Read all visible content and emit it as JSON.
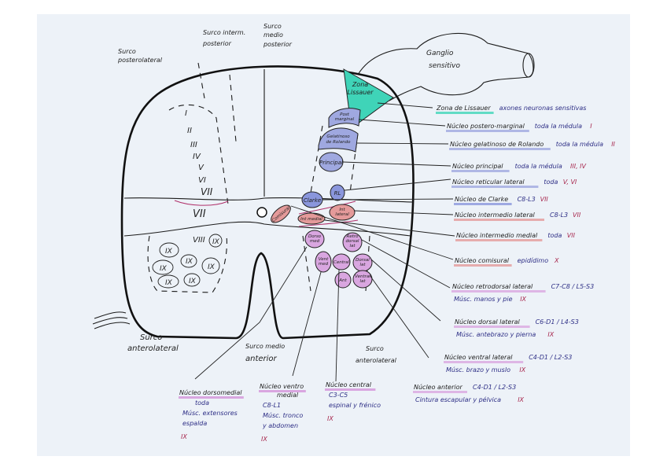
{
  "colors": {
    "paper": "#edf2f8",
    "ink": "#2e2f86",
    "lamina": "#a8294f",
    "lissauer": "#3fd4b8",
    "dorsal_nuclei": "#9fa8e0",
    "intermediate_nuclei": "#e49a9a",
    "ventral_nuclei": "#d9a6e0"
  },
  "sulci": {
    "posterolateral": [
      "Surco",
      "posterolateral"
    ],
    "intermedio_posterior": [
      "Surco interm.",
      "posterior"
    ],
    "medio_posterior": [
      "Surco",
      "medio",
      "posterior"
    ],
    "anterolateral_left": [
      "Surco",
      "anterolateral"
    ],
    "medio_anterior": [
      "Surco medio",
      "anterior"
    ],
    "anterolateral_right": [
      "Surco",
      "anterolateral"
    ],
    "ganglio": [
      "Ganglio",
      "sensitivo"
    ]
  },
  "laminae": [
    "I",
    "II",
    "III",
    "IV",
    "V",
    "VI",
    "VII",
    "VII",
    "VIII",
    "IX",
    "IX",
    "IX",
    "IX",
    "IX",
    "IX",
    "IX"
  ],
  "cord_labels": {
    "lissauer": [
      "Zona",
      "Lissauer"
    ],
    "post_marginal": [
      "Post",
      "marginal"
    ],
    "gelatinoso": [
      "Gelatinoso",
      "de Rolando"
    ],
    "principal": "Principal",
    "clarke": "Clarke",
    "rl": "RL",
    "comisural": "Comisural",
    "int_medial": "Int medial",
    "int_lateral": [
      "Int",
      "lateral"
    ],
    "dorsomedial": [
      "Dorso",
      "med"
    ],
    "retrodorsal": [
      "Retro",
      "dorsal",
      "lat"
    ],
    "ventromedial": [
      "Vent",
      "med"
    ],
    "central": "Central",
    "dorsal_lat": [
      "Dorsal",
      "lat"
    ],
    "ant": "Ant",
    "ventral_lat": [
      "Ventral",
      "lat"
    ]
  },
  "right_labels": [
    {
      "name": "Zona de Lissauer",
      "desc": "axones neuronas sensitivas",
      "lamina": ""
    },
    {
      "name": "Núcleo postero-marginal",
      "desc": "toda la médula",
      "lamina": "I"
    },
    {
      "name": "Núcleo gelatinoso de Rolando",
      "desc": "toda la médula",
      "lamina": "II"
    },
    {
      "name": "Núcleo principal",
      "desc": "toda la médula",
      "lamina": "III, IV"
    },
    {
      "name": "Núcleo reticular lateral",
      "desc": "toda",
      "lamina": "V, VI"
    },
    {
      "name": "Núcleo de Clarke",
      "desc": "C8-L3",
      "lamina": "VII"
    },
    {
      "name": "Núcleo intermedio lateral",
      "desc": "C8-L3",
      "lamina": "VII"
    },
    {
      "name": "Núcleo intermedio medial",
      "desc": "toda",
      "lamina": "VII"
    },
    {
      "name": "Núcleo comisural",
      "desc": "epidídimo",
      "lamina": "X"
    },
    {
      "name": "Núcleo retrodorsal lateral",
      "desc": "C7-C8 / L5-S3",
      "sub": "Músc. manos y pie",
      "lamina": "IX"
    },
    {
      "name": "Núcleo dorsal lateral",
      "desc": "C6-D1 / L4-S3",
      "sub": "Músc. antebrazo y pierna",
      "lamina": "IX"
    },
    {
      "name": "Núcleo ventral lateral",
      "desc": "C4-D1 / L2-S3",
      "sub": "Músc. brazo y muslo",
      "lamina": "IX"
    },
    {
      "name": "Núcleo anterior",
      "desc": "C4-D1 / L2-S3",
      "sub": "Cintura escapular y pélvica",
      "lamina": "IX"
    }
  ],
  "bottom_labels": [
    {
      "name": "Núcleo dorsomedial",
      "lines": [
        "toda",
        "Músc. extensores",
        "espalda"
      ],
      "lamina": "IX"
    },
    {
      "name": "Núcleo ventro",
      "name2": "medial",
      "lines": [
        "C8-L1",
        "Músc. tronco",
        "y abdomen"
      ],
      "lamina": "IX"
    },
    {
      "name": "Núcleo central",
      "lines": [
        "C3-C5",
        "espinal y frénico"
      ],
      "lamina": "IX"
    }
  ]
}
